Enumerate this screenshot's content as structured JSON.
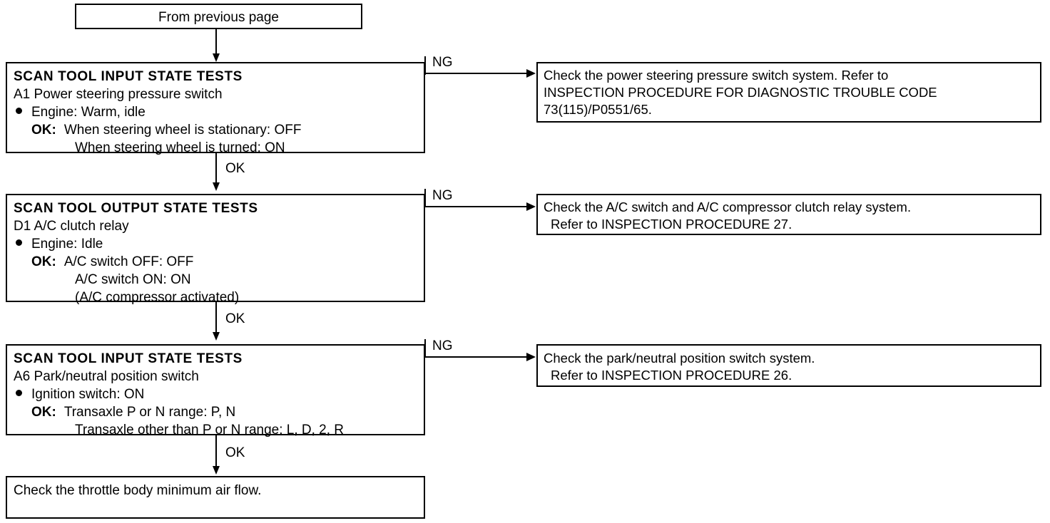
{
  "page": {
    "title": "Scan tool state tests diagnostic flowchart",
    "background_color": "#ffffff",
    "line_color": "#000000"
  },
  "entry": {
    "label": "From previous page"
  },
  "edges": {
    "ok_label": "OK",
    "ng_label": "NG"
  },
  "steps": [
    {
      "id": "a1",
      "title": "SCAN TOOL INPUT STATE TESTS",
      "item": "A1  Power steering pressure switch",
      "condition": "Engine: Warm, idle",
      "ok_label": "OK:",
      "ok_lines": [
        "When steering wheel is stationary: OFF",
        "When steering wheel is turned: ON"
      ],
      "ng_label": "NG",
      "ok_out_label": "OK",
      "action": {
        "lines": [
          "Check the power steering pressure switch system. Refer to",
          "INSPECTION PROCEDURE FOR DIAGNOSTIC TROUBLE CODE",
          "73(115)/P0551/65."
        ],
        "indent": [
          false,
          false,
          false
        ]
      }
    },
    {
      "id": "d1",
      "title": "SCAN TOOL OUTPUT STATE TESTS",
      "item": "D1 A/C clutch relay",
      "condition": "Engine: Idle",
      "ok_label": "OK:",
      "ok_lines": [
        "A/C switch OFF: OFF",
        "A/C switch ON: ON",
        "(A/C compressor activated)"
      ],
      "ng_label": "NG",
      "ok_out_label": "OK",
      "action": {
        "lines": [
          "Check the A/C switch and A/C compressor clutch relay system.",
          "Refer to INSPECTION PROCEDURE 27."
        ],
        "indent": [
          false,
          true
        ]
      }
    },
    {
      "id": "a6",
      "title": "SCAN TOOL INPUT STATE TESTS",
      "item": "A6 Park/neutral position switch",
      "condition": "Ignition switch: ON",
      "ok_label": "OK:",
      "ok_lines": [
        "Transaxle P or N range: P, N",
        "Transaxle other than P or N range: L, D, 2, R"
      ],
      "ng_label": "NG",
      "ok_out_label": "OK",
      "action": {
        "lines": [
          "Check the park/neutral position switch system.",
          "Refer to INSPECTION PROCEDURE 26."
        ],
        "indent": [
          false,
          true
        ]
      }
    }
  ],
  "final": {
    "label": "Check the throttle body minimum air flow."
  }
}
